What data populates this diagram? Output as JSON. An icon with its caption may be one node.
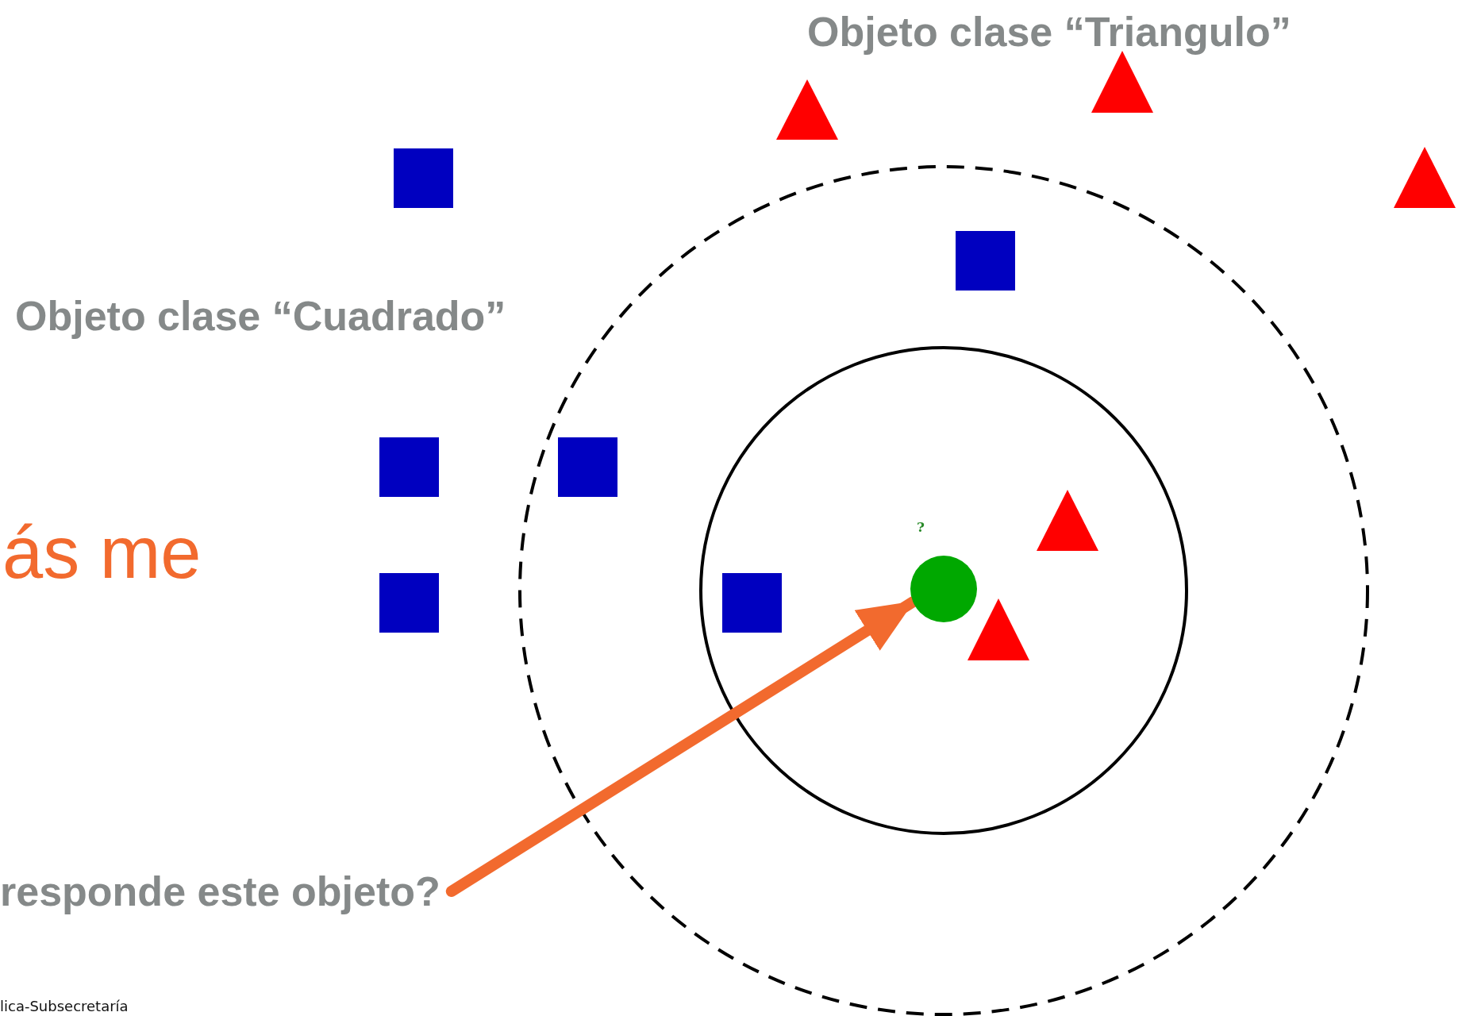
{
  "diagram": {
    "nodes": [
      {
        "text": [
          "responde este objeto?"
        ]
      },
      {
        "text": [],
        "shape": "circle",
        "beside": [
          "?"
        ]
      }
    ],
    "edges": [
      {
        "from": 0,
        "to": 1,
        "arrow": "to",
        "color": "#f26a2e"
      }
    ],
    "labels": [
      "Objeto clase “Triangulo”",
      "Objeto clase “Cuadrado”",
      "ás me",
      "lica-Subsecretaría"
    ]
  }
}
